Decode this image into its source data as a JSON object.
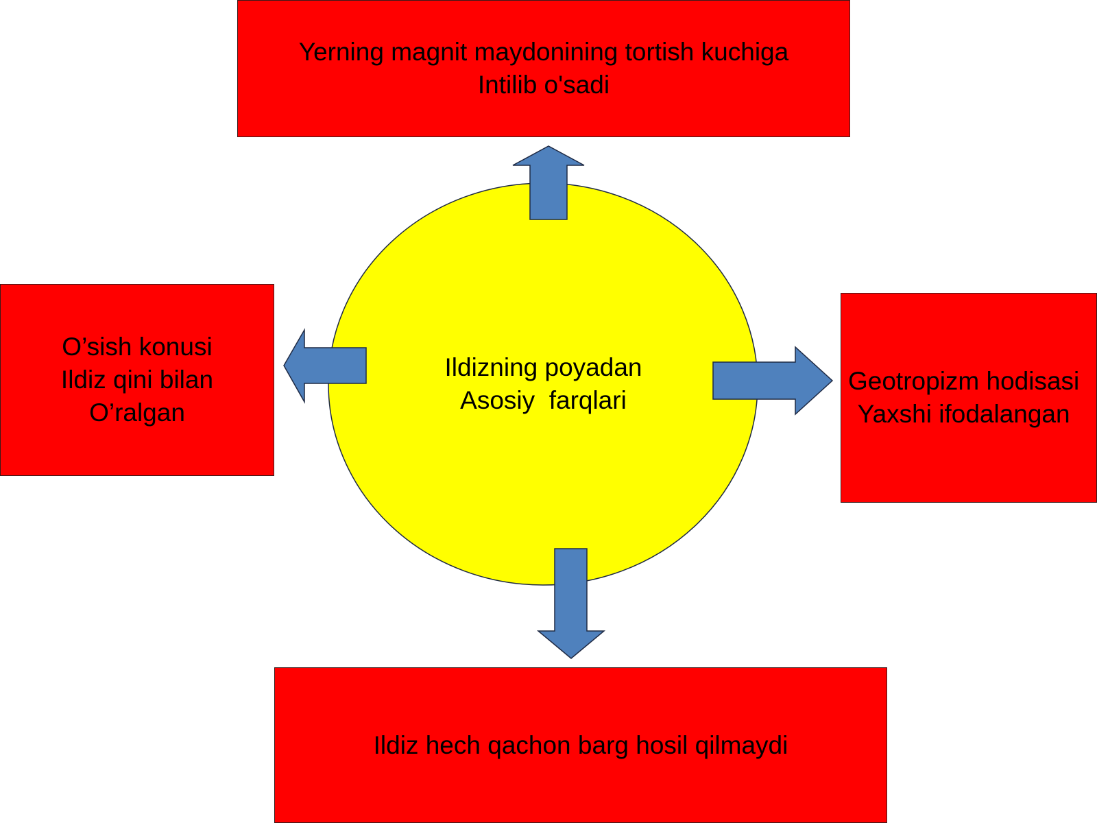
{
  "colors": {
    "box_fill": "#ff0000",
    "circle_fill": "#ffff00",
    "arrow_fill": "#4f81bd",
    "outline": "#1f2a44"
  },
  "center": {
    "line1": "Ildizning poyadan",
    "line2": "Asosiy  farqlari"
  },
  "boxes": {
    "top": {
      "line1": "Yerning magnit maydonining tortish kuchiga",
      "line2": "Intilib o'sadi"
    },
    "left": {
      "line1": "O’sish konusi",
      "line2": "Ildiz qini bilan",
      "line3": "O’ralgan"
    },
    "right": {
      "line1": "Geotropizm hodisasi",
      "line2": "Yaxshi ifodalangan"
    },
    "bottom": {
      "line1": "Ildiz hech qachon barg hosil qilmaydi"
    }
  }
}
